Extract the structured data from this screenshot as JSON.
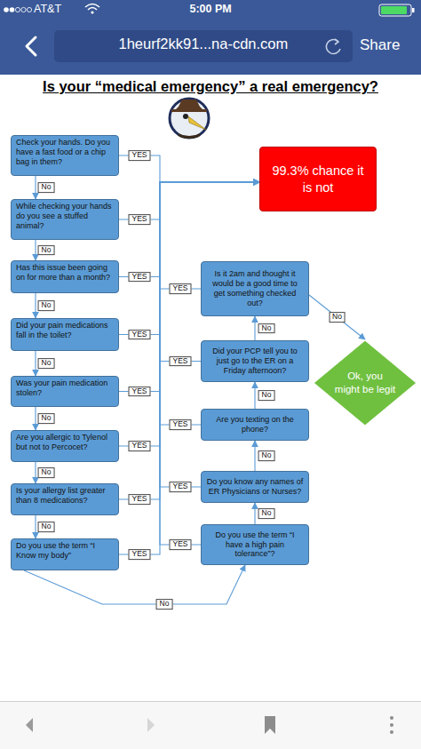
{
  "diagram": {
    "title": "Is your “medical emergency” a real emergency?",
    "nodes": [
      {
        "text": [
          "Check your hands. Do you have a fast food or a chip bag in them?"
        ]
      },
      {
        "text": [
          "While checking your hands do you see a stuffed animal?"
        ]
      },
      {
        "text": [
          "Has this issue been going on for more than a month?"
        ]
      },
      {
        "text": [
          "Did your pain medications fall in the toilet?"
        ]
      },
      {
        "text": [
          "Was your pain medication stolen?"
        ]
      },
      {
        "text": [
          "Are you allergic to Tylenol but not to Percocet?"
        ]
      },
      {
        "text": [
          "Is your allergy list greater than 8 medications?"
        ]
      },
      {
        "text": [
          "Do you use the term “I Know my body”"
        ]
      },
      {
        "text": [
          "Do you use the term “I have a high pain tolerance”?"
        ]
      },
      {
        "text": [
          "Do you know any names of ER Physicians or Nurses?"
        ]
      },
      {
        "text": [
          "Are you texting on the phone?"
        ]
      },
      {
        "text": [
          "Did your PCP tell you to just go to the ER on a Friday afternoon?"
        ]
      },
      {
        "text": [
          "Is it 2am and thought it would be a good time to get something checked out?"
        ]
      },
      {
        "text": [
          "99.3% chance it is not"
        ]
      },
      {
        "text": [
          "Ok, you might be legit"
        ]
      }
    ],
    "edges": [
      {
        "from": 0,
        "to": 13,
        "label": "YES",
        "arrow": "to"
      },
      {
        "from": 0,
        "to": 1,
        "label": "No",
        "arrow": "to"
      },
      {
        "from": 1,
        "to": 13,
        "label": "YES",
        "arrow": "to"
      },
      {
        "from": 1,
        "to": 2,
        "label": "No",
        "arrow": "to"
      },
      {
        "from": 2,
        "to": 13,
        "label": "YES",
        "arrow": "to"
      },
      {
        "from": 2,
        "to": 3,
        "label": "No",
        "arrow": "to"
      },
      {
        "from": 3,
        "to": 13,
        "label": "YES",
        "arrow": "to"
      },
      {
        "from": 3,
        "to": 4,
        "label": "No",
        "arrow": "to"
      },
      {
        "from": 4,
        "to": 13,
        "label": "YES",
        "arrow": "to"
      },
      {
        "from": 4,
        "to": 5,
        "label": "No",
        "arrow": "to"
      },
      {
        "from": 5,
        "to": 13,
        "label": "YES",
        "arrow": "to"
      },
      {
        "from": 5,
        "to": 6,
        "label": "No",
        "arrow": "to"
      },
      {
        "from": 6,
        "to": 13,
        "label": "YES",
        "arrow": "to"
      },
      {
        "from": 6,
        "to": 7,
        "label": "No",
        "arrow": "to"
      },
      {
        "from": 7,
        "to": 13,
        "label": "YES",
        "arrow": "to"
      },
      {
        "from": 7,
        "to": 8,
        "label": "No",
        "arrow": "to"
      },
      {
        "from": 8,
        "to": 13,
        "label": "YES",
        "arrow": "to"
      },
      {
        "from": 8,
        "to": 9,
        "label": "No",
        "arrow": "to"
      },
      {
        "from": 9,
        "to": 13,
        "label": "YES",
        "arrow": "to"
      },
      {
        "from": 9,
        "to": 10,
        "label": "No",
        "arrow": "to"
      },
      {
        "from": 10,
        "to": 13,
        "label": "YES",
        "arrow": "to"
      },
      {
        "from": 10,
        "to": 11,
        "label": "No",
        "arrow": "to"
      },
      {
        "from": 11,
        "to": 13,
        "label": "YES",
        "arrow": "to"
      },
      {
        "from": 11,
        "to": 12,
        "label": "No",
        "arrow": "to"
      },
      {
        "from": 12,
        "to": 13,
        "label": "YES",
        "arrow": "to"
      },
      {
        "from": 12,
        "to": 14,
        "label": "No",
        "arrow": "to"
      }
    ],
    "labels": [
      "AT&T",
      "5:00 PM",
      "1heurf2kk91...na-cdn.com",
      "Share"
    ]
  }
}
